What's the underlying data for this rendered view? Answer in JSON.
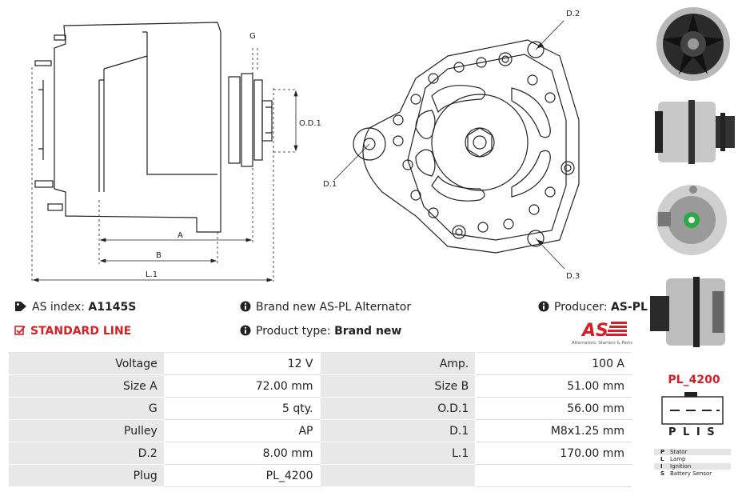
{
  "drawing": {
    "labels": {
      "g": "G",
      "od1": "O.D.1",
      "a": "A",
      "b": "B",
      "l1": "L.1",
      "d1": "D.1",
      "d2": "D.2",
      "d3": "D.3"
    }
  },
  "info": {
    "as_index_label": "AS index:",
    "as_index_value": "A1145S",
    "line": "STANDARD LINE",
    "brand_text": "Brand new AS-PL Alternator",
    "product_type_label": "Product type:",
    "product_type_value": "Brand new",
    "producer_label": "Producer:",
    "producer_value": "AS-PL"
  },
  "logo": {
    "mark": "AS",
    "tagline": "Alternators, Starters & Parts"
  },
  "specs": [
    [
      "Voltage",
      "12 V",
      "Amp.",
      "100 A"
    ],
    [
      "Size A",
      "72.00 mm",
      "Size B",
      "51.00 mm"
    ],
    [
      "G",
      "5 qty.",
      "O.D.1",
      "56.00 mm"
    ],
    [
      "Pulley",
      "AP",
      "D.1",
      "M8x1.25 mm"
    ],
    [
      "D.2",
      "8.00 mm",
      "L.1",
      "170.00 mm"
    ],
    [
      "Plug",
      "PL_4200",
      "",
      ""
    ]
  ],
  "plug": {
    "title": "PL_4200",
    "pins": "P L I S",
    "legend": [
      {
        "k": "P",
        "v": "Stator"
      },
      {
        "k": "L",
        "v": "Lamp"
      },
      {
        "k": "I",
        "v": "Ignition"
      },
      {
        "k": "S",
        "v": "Battery Sensor"
      }
    ]
  },
  "colors": {
    "accent": "#d31f26",
    "table_label_bg": "#e8e8e8"
  }
}
